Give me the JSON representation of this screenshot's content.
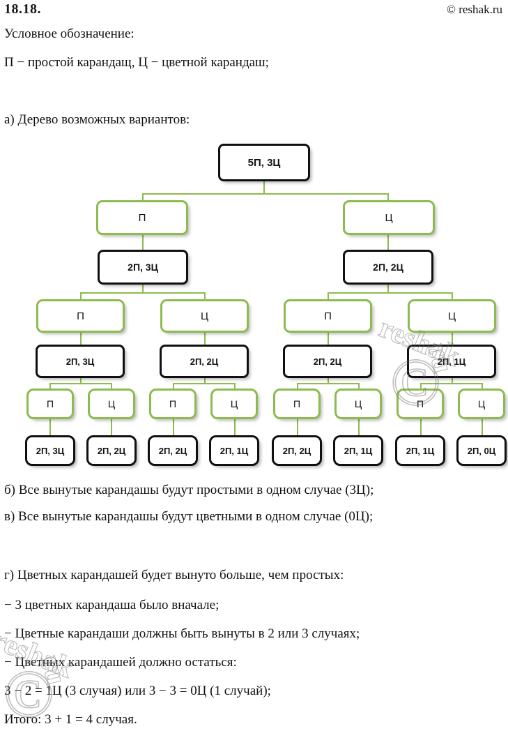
{
  "header": {
    "exercise_number": "18.18.",
    "copyright": "© reshak.ru"
  },
  "intro": {
    "legend_title": "Условное обозначение:",
    "legend_body": "П − простой карандащ, Ц − цветной карандаш;",
    "part_a_title": "а) Дерево возможных вариантов:"
  },
  "tree": {
    "root": "5П, 3Ц",
    "level1": [
      "П",
      "Ц"
    ],
    "level2": [
      "2П, 3Ц",
      "2П, 2Ц"
    ],
    "level3": [
      "П",
      "Ц",
      "П",
      "Ц"
    ],
    "level4": [
      "2П, 3Ц",
      "2П, 2Ц",
      "2П, 2Ц",
      "2П, 1Ц"
    ],
    "level5": [
      "П",
      "Ц",
      "П",
      "Ц",
      "П",
      "Ц",
      "П",
      "Ц"
    ],
    "level6": [
      "2П, 3Ц",
      "2П, 2Ц",
      "2П, 2Ц",
      "2П, 1Ц",
      "2П, 2Ц",
      "2П, 1Ц",
      "2П, 1Ц",
      "2П, 0Ц"
    ]
  },
  "answers": {
    "b": "б) Все вынутые карандашы будут простыми в одном случае (3Ц);",
    "v": "в) Все вынутые карандашы будут цветными в одном случае (0Ц);",
    "g_title": "г) Цветных карандашей будет вынуто больше, чем простых:",
    "g1": "− 3 цветных карандаша было вначале;",
    "g2": "− Цветные карандаши должны быть вынуты в 2 или 3 случаях;",
    "g3": "− Цветных карандашей должно остаться:",
    "g4": "3 − 2 = 1Ц (3 случая)  или  3 − 3 = 0Ц (1 случай);",
    "g5": "Итого:  3 + 1 = 4 случая."
  },
  "watermark": {
    "text": "reshak",
    "suffix": "ru",
    "symbol": "©"
  },
  "colors": {
    "green_border": "#8cbb4e",
    "black_border": "#101010",
    "text": "#111111",
    "background": "#ffffff"
  }
}
